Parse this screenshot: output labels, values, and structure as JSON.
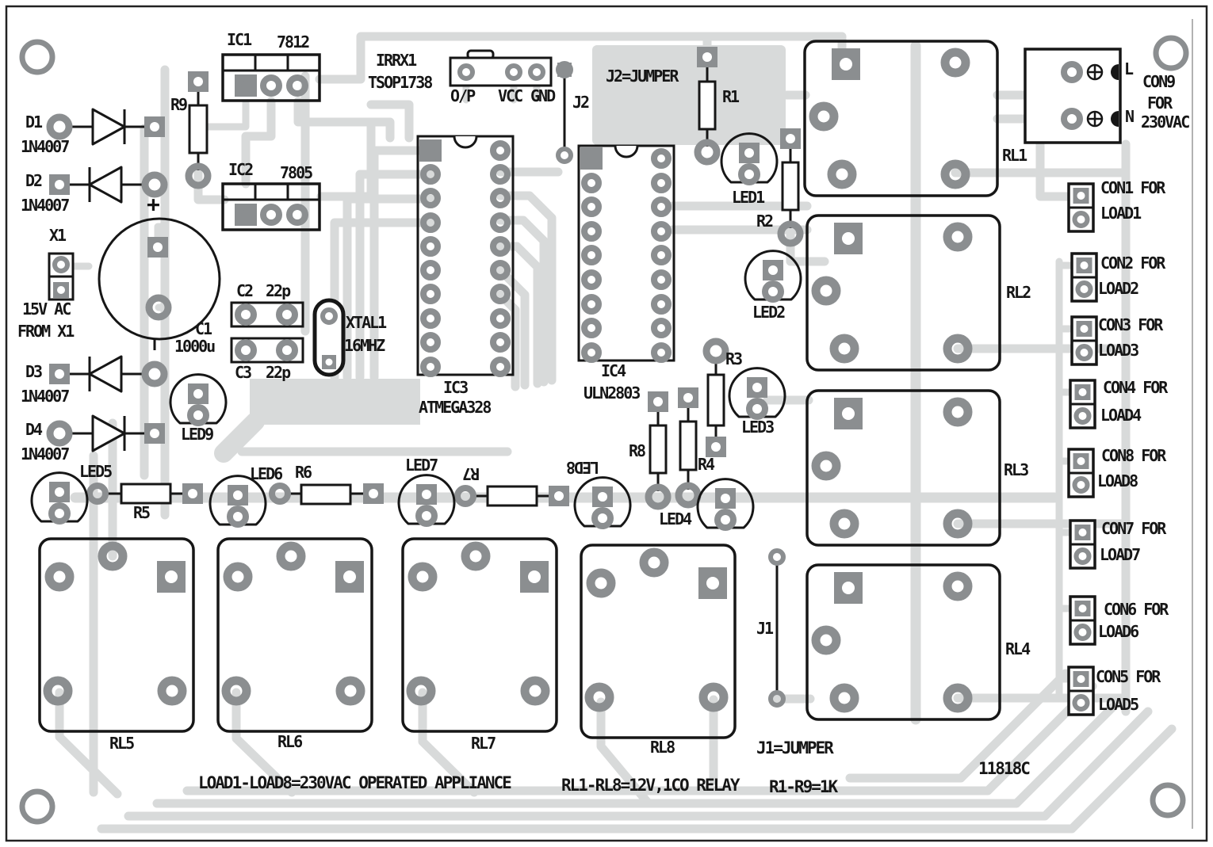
{
  "board_type": "pcb-component-layout",
  "colors": {
    "silkscreen": "#161616",
    "pad": "#8b8e90",
    "trace": "#d8dada",
    "background": "#ffffff"
  },
  "labels": {
    "ic1": "IC1",
    "ic1_value": "7812",
    "ic2": "IC2",
    "ic2_value": "7805",
    "ic3": "IC3",
    "ic3_value": "ATMEGA328",
    "ic4": "IC4",
    "ic4_value": "ULN2803",
    "irrx1": "IRRX1",
    "irrx1_value": "TSOP1738",
    "tsop_pin_op": "O/P",
    "tsop_pin_vcc": "VCC",
    "tsop_pin_gnd": "GND",
    "j1": "J1",
    "j2": "J2",
    "j1_note": "J1=JUMPER",
    "j2_note": "J2=JUMPER",
    "r1": "R1",
    "r2": "R2",
    "r3": "R3",
    "r4": "R4",
    "r5": "R5",
    "r6": "R6",
    "r7": "R7",
    "r8": "R8",
    "r9": "R9",
    "d1": "D1",
    "d1_value": "1N4007",
    "d2": "D2",
    "d2_value": "1N4007",
    "d3": "D3",
    "d3_value": "1N4007",
    "d4": "D4",
    "d4_value": "1N4007",
    "x1": "X1",
    "x1_note1": "15V AC",
    "x1_note2": "FROM X1",
    "c1": "C1",
    "c1_value": "1000u",
    "c1_plus": "+",
    "c2": "C2",
    "c2_value": "22p",
    "c3": "C3",
    "c3_value": "22p",
    "xtal1": "XTAL1",
    "xtal1_value": "16MHZ",
    "led1": "LED1",
    "led2": "LED2",
    "led3": "LED3",
    "led4": "LED4",
    "led5": "LED5",
    "led6": "LED6",
    "led7": "LED7",
    "led8": "LED8",
    "led9": "LED9",
    "rl1": "RL1",
    "rl2": "RL2",
    "rl3": "RL3",
    "rl4": "RL4",
    "rl5": "RL5",
    "rl6": "RL6",
    "rl7": "RL7",
    "rl8": "RL8",
    "con9_name": "CON9",
    "con9_for": "FOR",
    "con9_voltage": "230VAC",
    "con9_l": "L",
    "con9_n": "N",
    "con1_line1": "CON1 FOR",
    "con1_line2": "LOAD1",
    "con2_line1": "CON2 FOR",
    "con2_line2": "LOAD2",
    "con3_line1": "CON3 FOR",
    "con3_line2": "LOAD3",
    "con4_line1": "CON4 FOR",
    "con4_line2": "LOAD4",
    "con5_line1": "CON5 FOR",
    "con5_line2": "LOAD5",
    "con6_line1": "CON6 FOR",
    "con6_line2": "LOAD6",
    "con7_line1": "CON7 FOR",
    "con7_line2": "LOAD7",
    "con8_line1": "CON8 FOR",
    "con8_line2": "LOAD8",
    "note_loads": "LOAD1-LOAD8=230VAC OPERATED APPLIANCE",
    "note_relays": "RL1-RL8=12V,1CO RELAY",
    "note_resistors": "R1-R9=1K",
    "board_code": "11818C"
  }
}
